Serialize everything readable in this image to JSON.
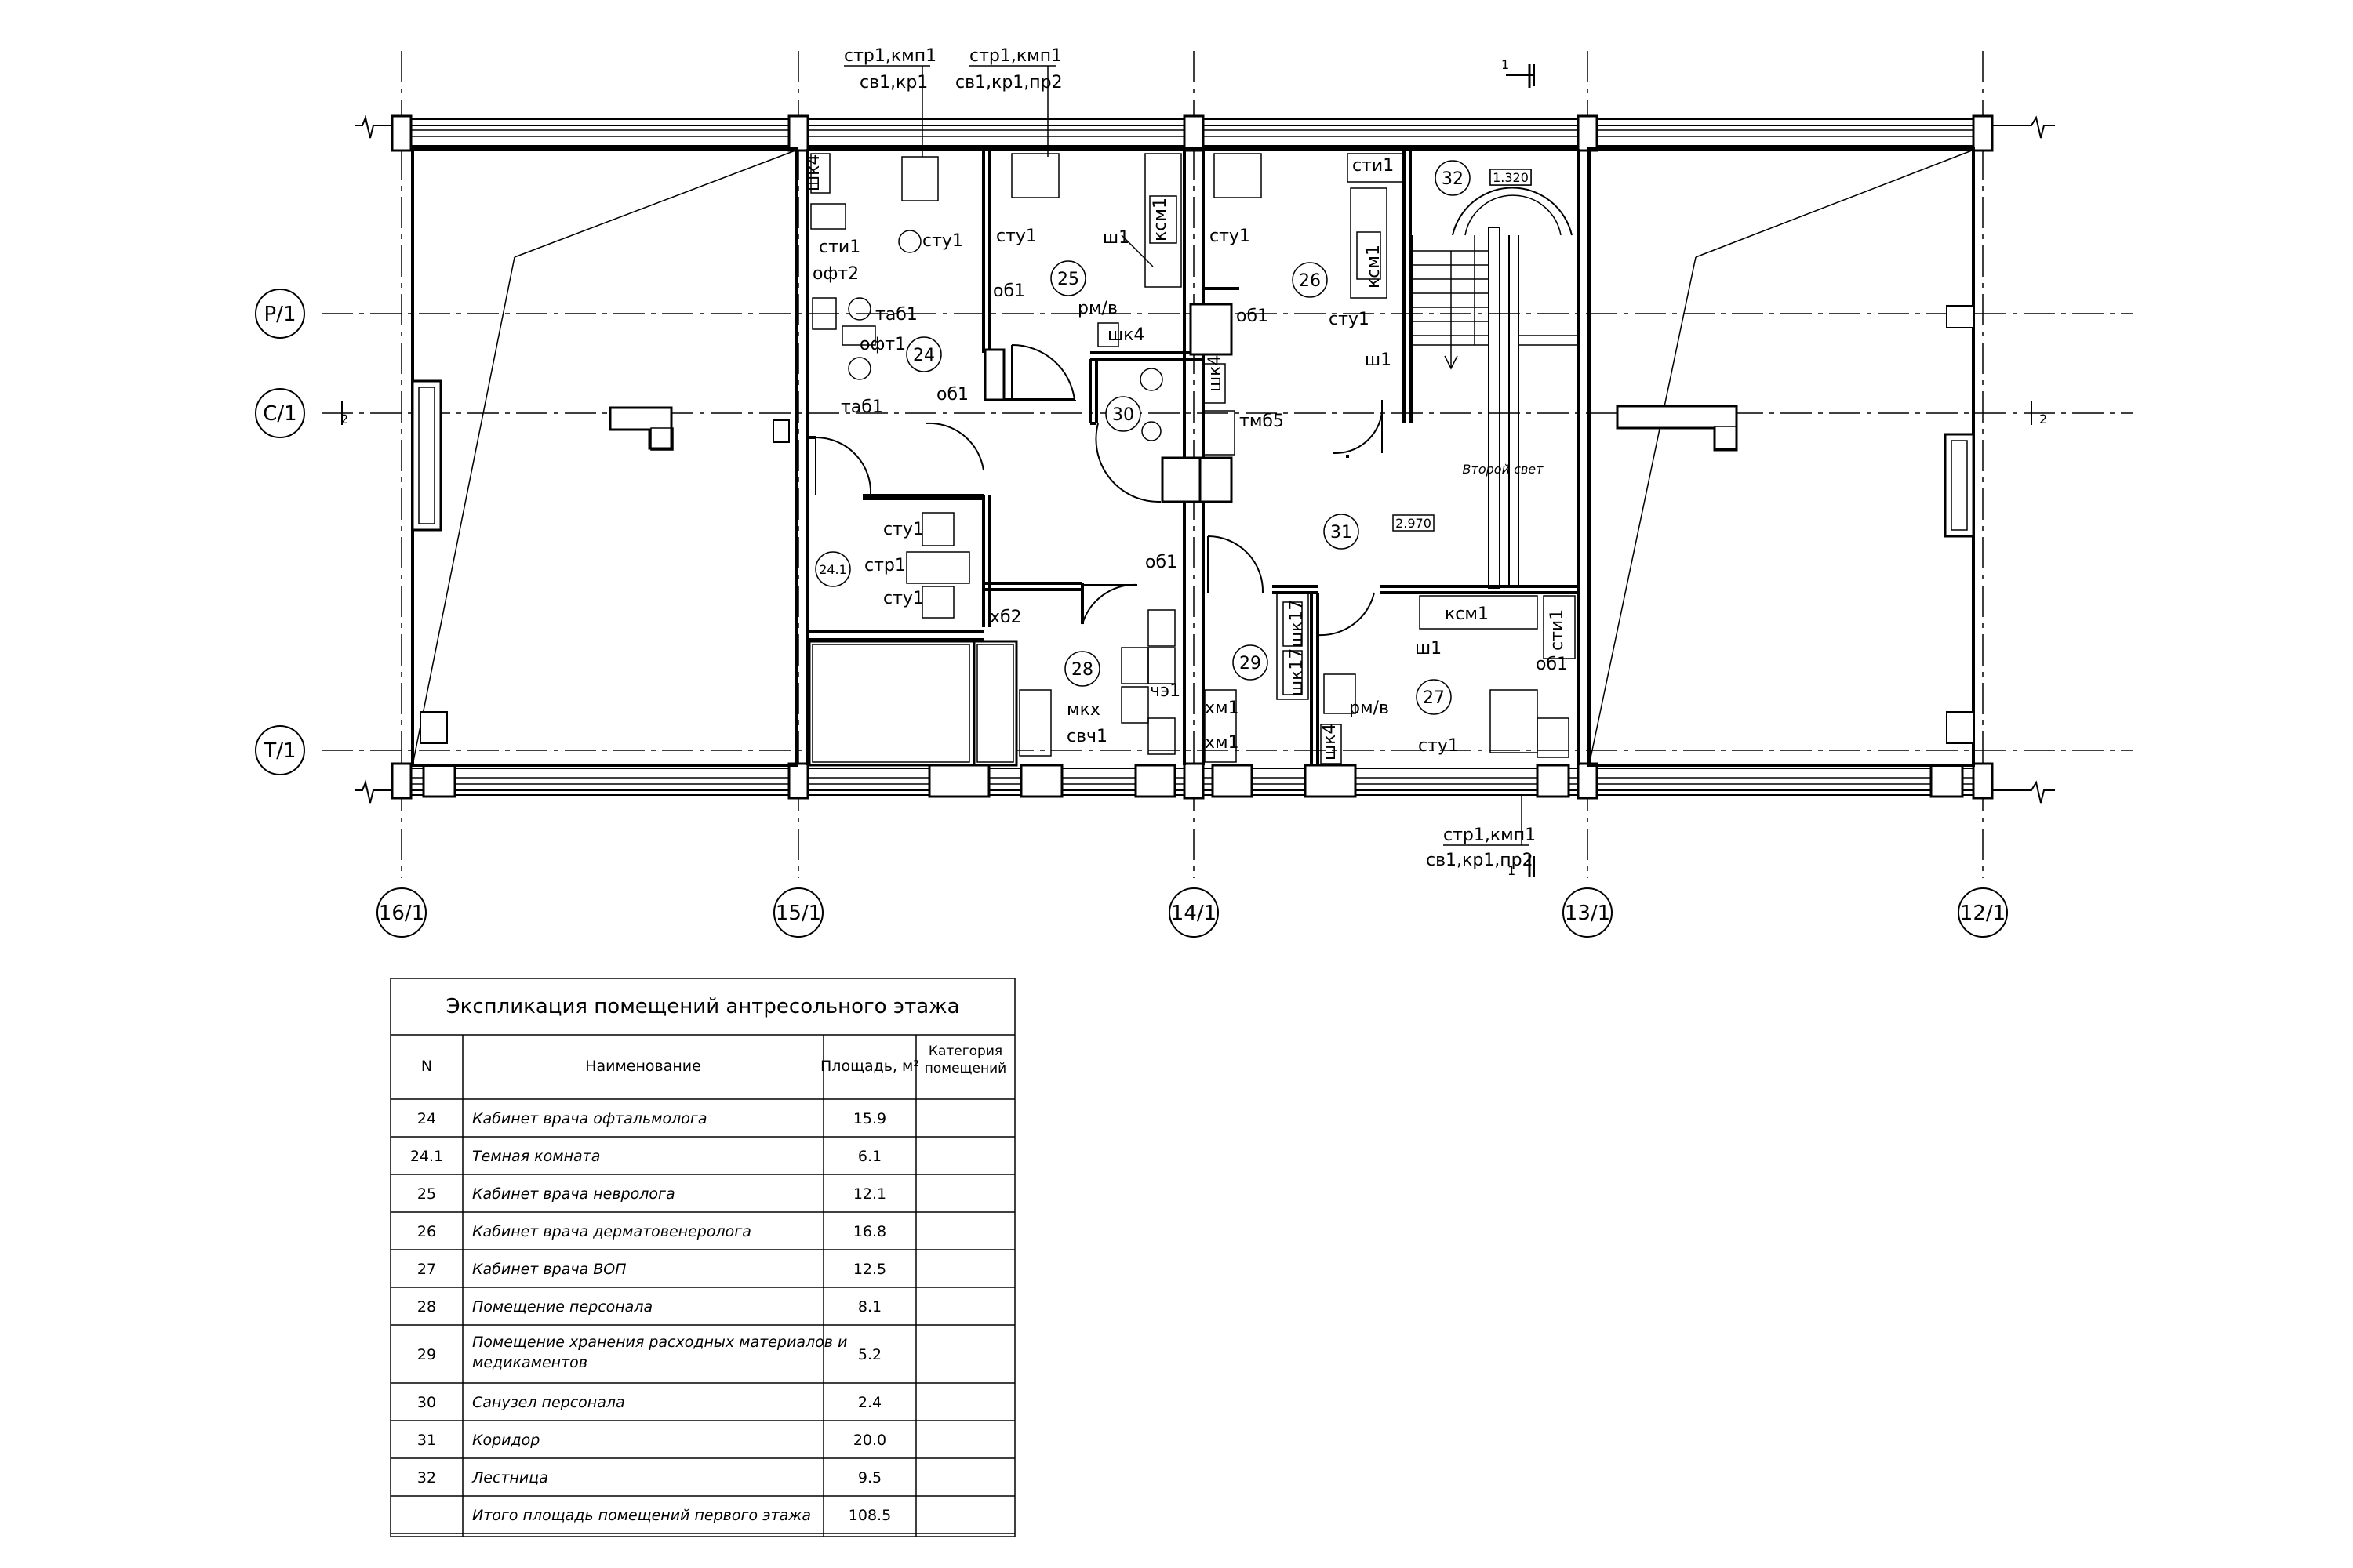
{
  "axes": {
    "rows": [
      "Р/1",
      "С/1",
      "Т/1"
    ],
    "columns": [
      "16/1",
      "15/1",
      "14/1",
      "13/1",
      "12/1"
    ]
  },
  "sections": {
    "top_1": {
      "number": "1",
      "side": "1"
    },
    "side_2": {
      "number": "2"
    }
  },
  "callouts": [
    {
      "line1": "стр1,кмп1",
      "line2": "св1,кр1"
    },
    {
      "line1": "стр1,кмп1",
      "line2": "св1,кр1,пр2"
    },
    {
      "line1": "стр1,кмп1",
      "line2": "св1,кр1,пр2"
    }
  ],
  "rooms": {
    "r24": "24",
    "r24_1": "24.1",
    "r25": "25",
    "r26": "26",
    "r27": "27",
    "r28": "28",
    "r29": "29",
    "r30": "30",
    "r31": "31",
    "r32": "32"
  },
  "levels": {
    "stair": "1.320",
    "corridor": "2.970"
  },
  "notes": {
    "second_light": "Второй свет"
  },
  "equipment": {
    "shk4": "шк4",
    "sti1": "сти1",
    "ofr2": "офт2",
    "sti_label": "сти1",
    "stu1": "сту1",
    "tab1": "таб1",
    "oft1": "офт1",
    "ob1": "об1",
    "ksm1": "ксм1",
    "sh1": "ш1",
    "rmv": "рм/в",
    "tmb5": "тмб5",
    "str1": "стр1",
    "kh2": "хб2",
    "mkh": "мкх",
    "svch1": "свч1",
    "che1": "чэ1",
    "shk17": "шк17",
    "khm1": "хм1"
  },
  "table": {
    "title": "Экспликация помещений антресольного этажа",
    "headers": {
      "n": "N",
      "name": "Наименование",
      "area": "Площадь, м²",
      "category": "Категория помещений"
    },
    "rows": [
      {
        "n": "24",
        "name": "Кабинет врача офтальмолога",
        "area": "15.9",
        "category": ""
      },
      {
        "n": "24.1",
        "name": "Темная комната",
        "area": "6.1",
        "category": ""
      },
      {
        "n": "25",
        "name": "Кабинет врача невролога",
        "area": "12.1",
        "category": ""
      },
      {
        "n": "26",
        "name": "Кабинет врача дерматовенеролога",
        "area": "16.8",
        "category": ""
      },
      {
        "n": "27",
        "name": "Кабинет врача ВОП",
        "area": "12.5",
        "category": ""
      },
      {
        "n": "28",
        "name": "Помещение персонала",
        "area": "8.1",
        "category": ""
      },
      {
        "n": "29",
        "name": "Помещение хранения расходных материалов и медикаментов",
        "area": "5.2",
        "category": ""
      },
      {
        "n": "30",
        "name": "Санузел персонала",
        "area": "2.4",
        "category": ""
      },
      {
        "n": "31",
        "name": "Коридор",
        "area": "20.0",
        "category": ""
      },
      {
        "n": "32",
        "name": "Лестница",
        "area": "9.5",
        "category": ""
      },
      {
        "n": "",
        "name": "Итого площадь помещений первого этажа",
        "area": "108.5",
        "category": ""
      }
    ]
  }
}
